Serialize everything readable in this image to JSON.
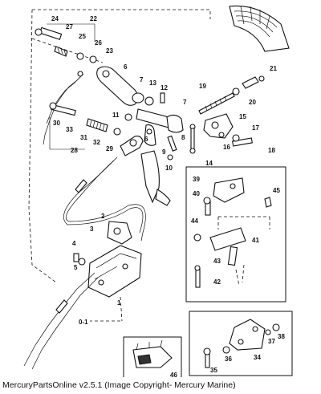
{
  "caption": "MercuryPartsOnline v2.5.1 (Image Copyright- Mercury Marine)",
  "callouts": [
    "24",
    "22",
    "27",
    "25",
    "26",
    "23",
    "6",
    "7",
    "13",
    "12",
    "7",
    "19",
    "21",
    "20",
    "15",
    "11",
    "6",
    "16",
    "17",
    "18",
    "8",
    "9",
    "10",
    "14",
    "30",
    "33",
    "31",
    "28",
    "32",
    "29",
    "39",
    "40",
    "45",
    "44",
    "41",
    "43",
    "42",
    "2",
    "3",
    "4",
    "5",
    "1",
    "0-1",
    "38",
    "37",
    "36",
    "35",
    "34",
    "46"
  ]
}
